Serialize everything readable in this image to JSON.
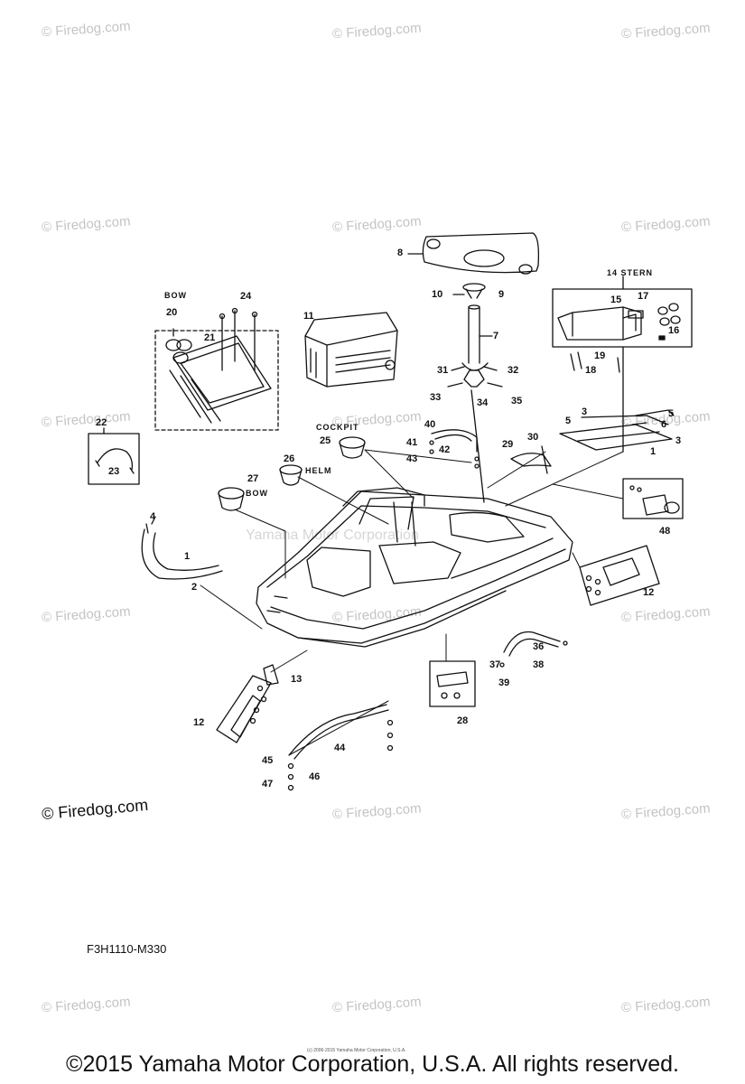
{
  "watermark": {
    "text": "© Firedog.com"
  },
  "faint_text": "Yamaha Motor Corporation",
  "section_labels": {
    "bow_top": "BOW",
    "stern": "14  STERN",
    "cockpit": "COCKPIT",
    "helm": "HELM",
    "bow": "BOW"
  },
  "callouts": {
    "c8": "8",
    "c10": "10",
    "c9": "9",
    "c7": "7",
    "c11": "11",
    "c24": "24",
    "c20": "20",
    "c21": "21",
    "c22": "22",
    "c23": "23",
    "c15": "15",
    "c17": "17",
    "c16": "16",
    "c19": "19",
    "c18": "18",
    "c31": "31",
    "c32": "32",
    "c33": "33",
    "c34": "34",
    "c35": "35",
    "c40": "40",
    "c41": "41",
    "c42": "42",
    "c43": "43",
    "c25": "25",
    "c26": "26",
    "c27": "27",
    "c29": "29",
    "c30": "30",
    "c3a": "3",
    "c5a": "5",
    "c6": "6",
    "c5b": "5",
    "c3b": "3",
    "c1a": "1",
    "c4": "4",
    "c1b": "1",
    "c2": "2",
    "c48": "48",
    "c12a": "12",
    "c36": "36",
    "c37": "37",
    "c38": "38",
    "c39": "39",
    "c13": "13",
    "c12b": "12",
    "c28": "28",
    "c44": "44",
    "c45": "45",
    "c46": "46",
    "c47": "47"
  },
  "diagram_code": "F3H1110-M330",
  "tiny_copyright": "(c) 2006-2015 Yamaha Motor Corporation, U.S.A.",
  "copyright": "©2015 Yamaha Motor Corporation, U.S.A. All rights reserved."
}
